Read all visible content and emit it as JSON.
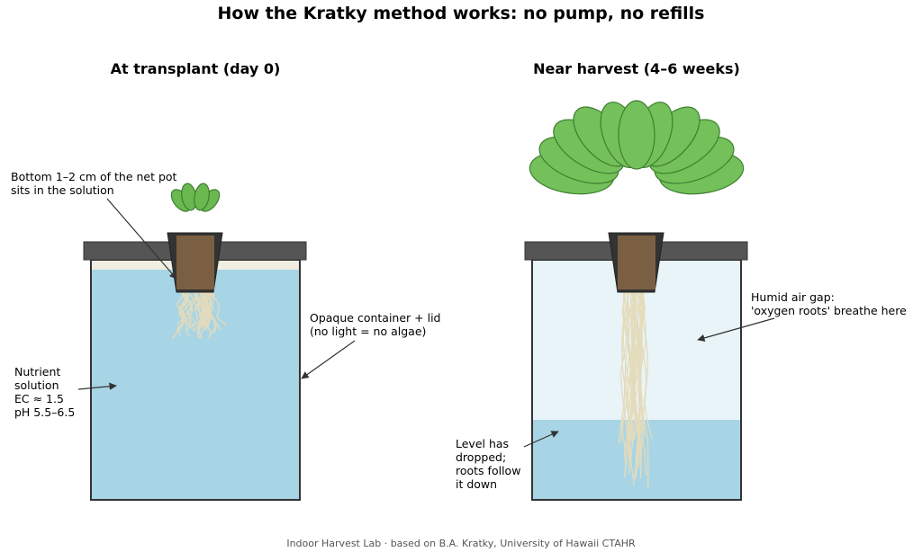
{
  "title": "How the Kratky method works: no pump, no refills",
  "panels": [
    {
      "subtitle": "At transplant (day 0)",
      "water_level_fraction": 0.96
    },
    {
      "subtitle": "Near harvest (4–6 weeks)",
      "water_level_fraction": 0.33
    }
  ],
  "annotations": {
    "net_pot": [
      "Bottom 1–2 cm of the net pot",
      "sits in the solution"
    ],
    "container": [
      "Opaque container + lid",
      "(no light = no algae)"
    ],
    "nutrient": [
      "Nutrient",
      "solution",
      "EC ≈ 1.5",
      "pH 5.5–6.5"
    ],
    "air_gap": [
      "Humid air gap:",
      "'oxygen roots' breathe here"
    ],
    "level": [
      "Level has",
      "dropped;",
      "roots follow",
      "it down"
    ]
  },
  "footer": "Indoor Harvest Lab · based on B.A. Kratky, University of Hawaii CTAHR",
  "colors": {
    "solution": "#a8d5e5",
    "air_gap": "#e8f4f8",
    "lid": "#555555",
    "net_pot": "#333333",
    "medium": "#7b5f43",
    "leaf": "#74c05a",
    "root": "#e4dbbb"
  }
}
